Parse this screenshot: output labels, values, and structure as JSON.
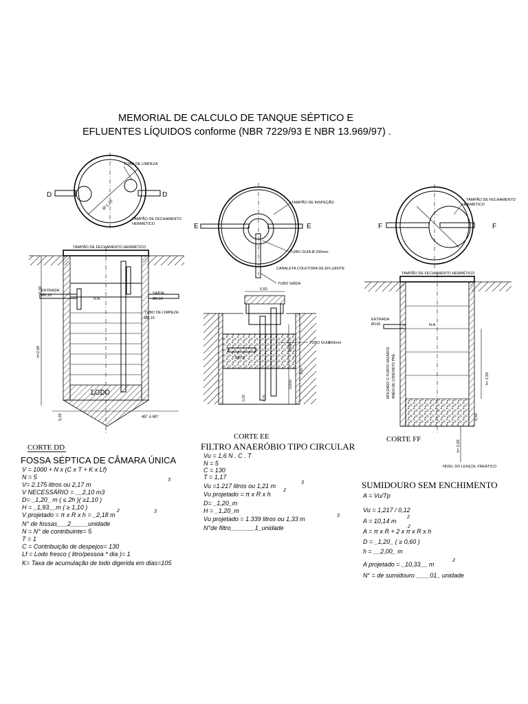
{
  "header": {
    "title_line1": "MEMORIAL DE CALCULO DE TANQUE SÉPTICO E",
    "title_line2": "EFLUENTES LÍQUIDOS conforme (NBR 7229/93 E NBR 13.969/97) ."
  },
  "plan_dd": {
    "section_left": "D",
    "section_right": "D",
    "tubo_limpeza": "TUBO DE LIMPEZA",
    "tampao_fechamento": "TAMPÃO DE FECHAMENTO",
    "hermetico": "HERMÉTICO",
    "diameter": "Ø 1,20"
  },
  "section_dd": {
    "tampao": "TAMPÃO DE FECHAMENTO HERMÉTICO",
    "entrada": "ENTRADA",
    "entrada_dim": "Ø0,10",
    "saida": "SAÍDA",
    "saida_dim": "Ø0,10",
    "na": "N.A.",
    "tubo_limpeza": "TUBO DE LIMPEZA",
    "tubo_limpeza_dim": "Ø0,15",
    "dim_top": "0,30",
    "dim_h": "h=2,00",
    "dim_bottom": "0,20",
    "lodo": "LODO",
    "angle": "45° ó 60°",
    "title": "CORTE DD"
  },
  "plan_ee": {
    "section_left": "E",
    "section_right": "E",
    "tampao_inspecao": "TAMPÃO DE INSPEÇÃO",
    "tubo_guia": "TUBO GUIA Ø 200mm",
    "canaleta": "CANALETA COLETORA DE EFLUENTE",
    "tubo_saida": "TUBO SAÍDA"
  },
  "section_ee": {
    "dim_top": "0,60",
    "tubo_guia": "TUBO GUIA",
    "tubo_guia_dim": "200mm",
    "brita": "BRITA",
    "dim_a": "0,60m",
    "dim_b": "1,20",
    "dim_c": "0,60m",
    "dim_d": "0,30",
    "dim_e": "0,20",
    "title": "CORTE EE"
  },
  "plan_ff": {
    "section_left": "F",
    "section_right": "F",
    "tampao": "TAMPÃO DE FECHAMENTO",
    "hermetico": "HERMÉTICO"
  },
  "section_ff": {
    "tampao": "TAMPÃO DE FECHAMENTO HERMÉTICO",
    "entrada": "ENTRADA",
    "entrada_dim": "Ø100",
    "na": "N.A.",
    "aneis1": "ANÉIS DE CONCRETO PRÉ-",
    "aneis2": "MOLDADO C/ FUROS VAZADOS",
    "dim_h": "h= 2,00",
    "dim_b": "0,50",
    "dim_c": "h= 2,00",
    "nivel": "NÍVEL DO LENÇOL FREÁTICO",
    "title": "CORTE FF"
  },
  "fossa": {
    "title": "FOSSA SÉPTICA DE CÂMARA ÚNICA",
    "lines": [
      "V = 1000 + N x (C x T + K x Lf)",
      "N = 5",
      "V=          2.175     litros ou      2,17    m",
      "V NECESSÁRIO = __2,10  m3",
      "D= _1,20_ m  ( ≤ 2h )( ≥1,10 )",
      "H = _1,93__m  ( ≥ 1,10 )",
      "V projetado = π x R  x h  = _2,18  m",
      "N° de fossas___2_____unidade",
      "N = N° de contribuinte=  5",
      "T = 1",
      "C = Contribuição de despejos=  130",
      "Lf = Lodo fresco ( litro/pessoa * dia )=   1",
      "K= Taxa de acumulação de lodo digerida em dias=105"
    ],
    "sup_3": "3",
    "sup_2": "2"
  },
  "filtro": {
    "title": "FILTRO ANAERÓBIO TIPO CIRCULAR",
    "lines": [
      "Vu = 1,6 N . C . T",
      "N = 5",
      "C = 130",
      "T = 1,17",
      "Vu =1.217 litros ou 1,21 m",
      "Vu projetado = π x R  x h",
      "D= _1,20_m",
      "H = _1,20_m",
      "Vu projetado = 1.339 litros ou 1,33 m",
      "N°de filtro_______1_unidade"
    ],
    "sup_3": "3",
    "sup_2": "2"
  },
  "sumidouro": {
    "title": "SUMIDOURO SEM ENCHIMENTO",
    "lines": [
      "A = Vu/Tp",
      "Vu = 1,217 / 0,12",
      "A = 10,14 m",
      "A = π x R  + 2 x π x R x h",
      "D = _1,20_ ( ≥ 0,60 )",
      "h = __2,00_  m",
      "A projetado = _10,33__ m",
      "N° = de sumidouro ____01_ unidade"
    ],
    "sup_2": "2"
  }
}
